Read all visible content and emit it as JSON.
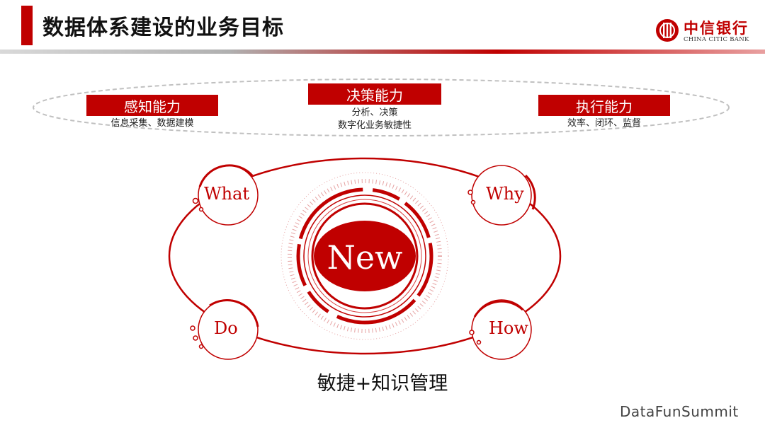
{
  "header": {
    "title": "数据体系建设的业务目标"
  },
  "logo": {
    "name_cn": "中信银行",
    "name_en": "CHINA CITIC BANK",
    "brand_color": "#c00000"
  },
  "capabilities": [
    {
      "title": "感知能力",
      "desc": [
        "信息采集、数据建模"
      ]
    },
    {
      "title": "决策能力",
      "desc": [
        "分析、决策",
        "数字化业务敏捷性"
      ]
    },
    {
      "title": "执行能力",
      "desc": [
        "效率、闭环、监督"
      ]
    }
  ],
  "cycle": {
    "center": "New",
    "nodes": {
      "top_left": "What",
      "top_right": "Why",
      "bottom_left": "Do",
      "bottom_right": "How"
    },
    "color": "#c00000"
  },
  "bottom_caption": "敏捷+知识管理",
  "watermark": "DataFunSummit"
}
